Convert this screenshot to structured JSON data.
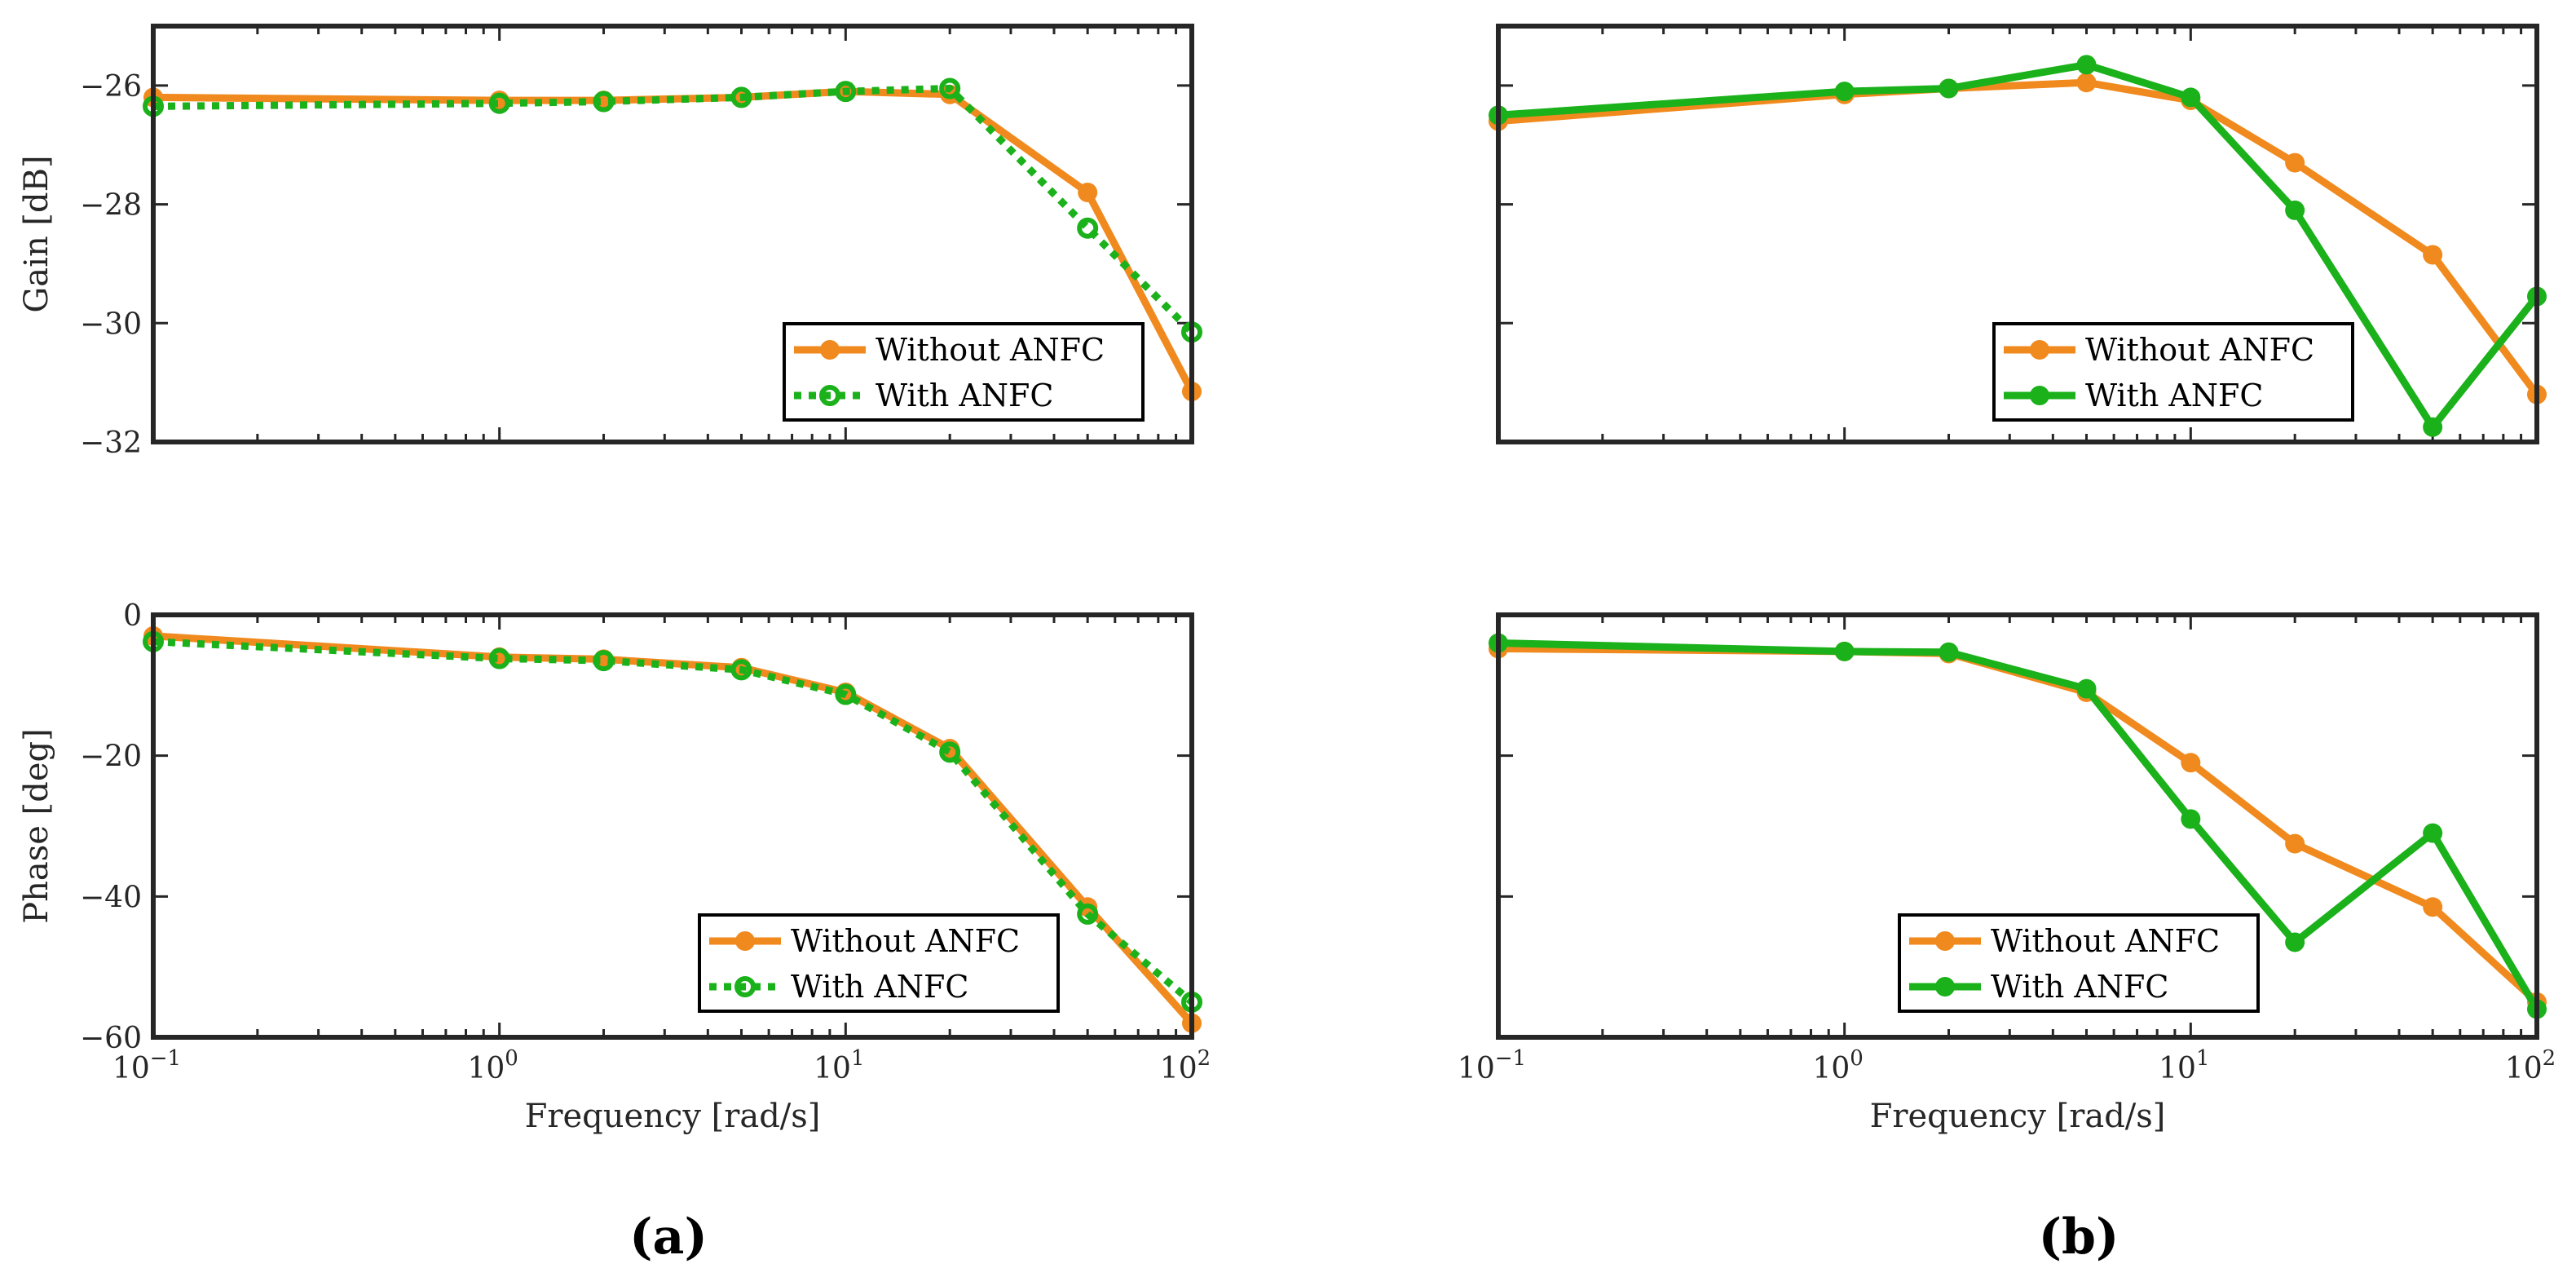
{
  "colors": {
    "orange": "#f08a1e",
    "green": "#1bb11b",
    "axis": "#262626"
  },
  "panels": [
    {
      "label": "(a)",
      "xlabel": "Frequency [rad/s]"
    },
    {
      "label": "(b)",
      "xlabel": "Frequency [rad/s]"
    }
  ],
  "chart_data": [
    {
      "type": "line",
      "panel": "(a)",
      "xscale": "log",
      "xlim": [
        0.1,
        100
      ],
      "ylim": [
        -32,
        -25
      ],
      "xlabel": "",
      "ylabel": "Gain [dB]",
      "ytick_labels": [
        "−32",
        "−30",
        "−28",
        "−26"
      ],
      "xtick_labels": [],
      "legend": "bottom-right",
      "grid": false,
      "series": [
        {
          "name": "Without ANFC",
          "style": "solid",
          "color": "#f08a1e",
          "x": [
            0.1,
            1,
            2,
            5,
            10,
            20,
            50,
            100
          ],
          "y": [
            -26.2,
            -26.25,
            -26.25,
            -26.2,
            -26.1,
            -26.15,
            -27.8,
            -31.15
          ]
        },
        {
          "name": "With ANFC",
          "style": "dotted",
          "color": "#1bb11b",
          "x": [
            0.1,
            1,
            2,
            5,
            10,
            20,
            50,
            100
          ],
          "y": [
            -26.35,
            -26.3,
            -26.27,
            -26.2,
            -26.1,
            -26.05,
            -28.4,
            -30.15
          ]
        }
      ]
    },
    {
      "type": "line",
      "panel": "(b)",
      "xscale": "log",
      "xlim": [
        0.1,
        100
      ],
      "ylim": [
        -32,
        -25
      ],
      "xlabel": "",
      "ylabel": "",
      "ytick_labels": [],
      "xtick_labels": [],
      "legend": "bottom-right",
      "grid": false,
      "series": [
        {
          "name": "Without ANFC",
          "style": "solid",
          "color": "#f08a1e",
          "x": [
            0.1,
            1,
            2,
            5,
            10,
            20,
            50,
            100
          ],
          "y": [
            -26.6,
            -26.15,
            -26.05,
            -25.95,
            -26.25,
            -27.3,
            -28.85,
            -31.2
          ]
        },
        {
          "name": "With ANFC",
          "style": "solid",
          "color": "#1bb11b",
          "x": [
            0.1,
            1,
            2,
            5,
            10,
            20,
            50,
            100
          ],
          "y": [
            -26.5,
            -26.1,
            -26.05,
            -25.65,
            -26.2,
            -28.1,
            -31.75,
            -29.55
          ]
        }
      ]
    },
    {
      "type": "line",
      "panel": "(a)",
      "xscale": "log",
      "xlim": [
        0.1,
        100
      ],
      "ylim": [
        -60,
        0
      ],
      "xlabel": "Frequency [rad/s]",
      "ylabel": "Phase [deg]",
      "ytick_labels": [
        "−60",
        "−40",
        "−20",
        "0"
      ],
      "xtick_labels": [
        "10",
        "10",
        "10",
        "10"
      ],
      "xtick_exps": [
        "−1",
        "0",
        "1",
        "2"
      ],
      "legend": "bottom-right",
      "grid": false,
      "series": [
        {
          "name": "Without ANFC",
          "style": "solid",
          "color": "#f08a1e",
          "x": [
            0.1,
            1,
            2,
            5,
            10,
            20,
            50,
            100
          ],
          "y": [
            -3,
            -6,
            -6.3,
            -7.5,
            -11,
            -19,
            -41.5,
            -58
          ]
        },
        {
          "name": "With ANFC",
          "style": "dotted",
          "color": "#1bb11b",
          "x": [
            0.1,
            1,
            2,
            5,
            10,
            20,
            50,
            100
          ],
          "y": [
            -3.8,
            -6.2,
            -6.5,
            -7.8,
            -11.3,
            -19.5,
            -42.5,
            -55
          ]
        }
      ]
    },
    {
      "type": "line",
      "panel": "(b)",
      "xscale": "log",
      "xlim": [
        0.1,
        100
      ],
      "ylim": [
        -60,
        0
      ],
      "xlabel": "Frequency [rad/s]",
      "ylabel": "",
      "ytick_labels": [],
      "xtick_labels": [
        "10",
        "10",
        "10",
        "10"
      ],
      "xtick_exps": [
        "−1",
        "0",
        "1",
        "2"
      ],
      "legend": "bottom-right",
      "grid": false,
      "series": [
        {
          "name": "Without ANFC",
          "style": "solid",
          "color": "#f08a1e",
          "x": [
            0.1,
            1,
            2,
            5,
            10,
            20,
            50,
            100
          ],
          "y": [
            -4.8,
            -5.2,
            -5.5,
            -11,
            -21,
            -32.5,
            -41.5,
            -55
          ]
        },
        {
          "name": "With ANFC",
          "style": "solid",
          "color": "#1bb11b",
          "x": [
            0.1,
            1,
            2,
            5,
            10,
            20,
            50,
            100
          ],
          "y": [
            -4,
            -5.2,
            -5.3,
            -10.5,
            -29,
            -46.5,
            -31,
            -56
          ]
        }
      ]
    }
  ]
}
